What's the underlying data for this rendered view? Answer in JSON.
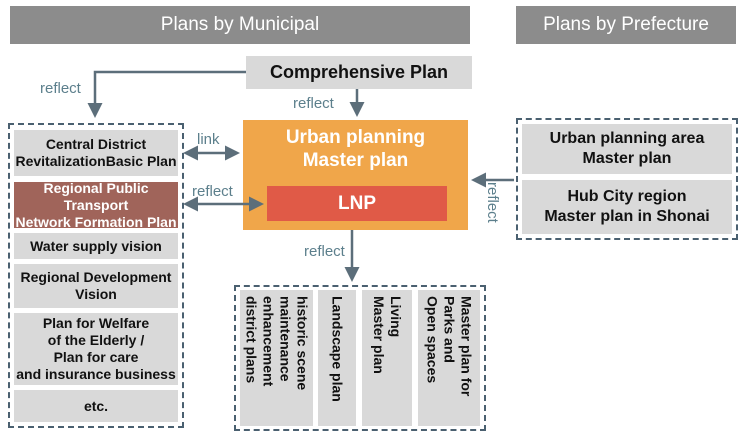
{
  "headers": {
    "municipal": "Plans by Municipal",
    "prefecture": "Plans by Prefecture"
  },
  "comprehensive_plan": "Comprehensive Plan",
  "urban_master": "Urban planning\nMaster plan",
  "lnp": "LNP",
  "left_plans": [
    "Central District\nRevitalizationBasic Plan",
    "Regional Public Transport\nNetwork Formation Plan",
    "Water supply vision",
    "Regional Development\nVision",
    "Plan for Welfare\nof the Elderly /\nPlan for care\nand insurance business",
    "etc."
  ],
  "right_plans": [
    "Urban planning area\nMaster plan",
    "Hub City region\nMaster plan in Shonai"
  ],
  "bottom_plans": [
    "historic scene\nmaintenance\nenhancement\ndistrict plans",
    "Landscape plan",
    "Living\nMaster plan",
    "Master plan for\nParks and\nOpen spaces"
  ],
  "labels": {
    "reflect_top_left": "reflect",
    "reflect_top": "reflect",
    "link": "link",
    "reflect_left": "reflect",
    "reflect_right": "reflect",
    "reflect_bottom": "reflect"
  },
  "colors": {
    "orange": "#f0a64a",
    "red": "#e05a47",
    "header_gray": "#8c8c8c",
    "box_gray": "#d9d9d9",
    "highlight_brown": "#a0645a",
    "arrow": "#5c6e7a"
  }
}
